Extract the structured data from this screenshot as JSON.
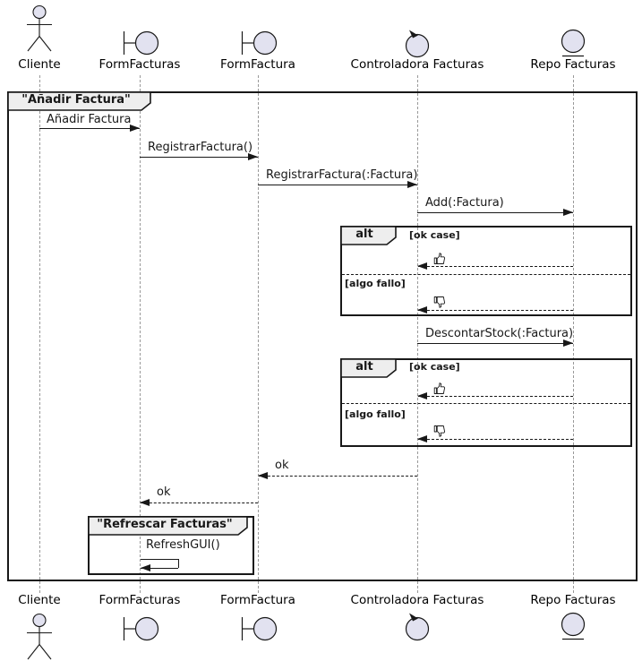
{
  "participants": [
    {
      "label": "Cliente",
      "type": "actor"
    },
    {
      "label": "FormFacturas",
      "type": "boundary"
    },
    {
      "label": "FormFactura",
      "type": "boundary"
    },
    {
      "label": "Controladora Facturas",
      "type": "control"
    },
    {
      "label": "Repo Facturas",
      "type": "entity"
    }
  ],
  "main_frame": {
    "title": "\"Añadir Factura\""
  },
  "messages": {
    "anadir_factura": "Añadir Factura",
    "registrar_factura": "RegistrarFactura()",
    "registrar_factura_arg": "RegistrarFactura(:Factura)",
    "add_factura": "Add(:Factura)",
    "descontar_stock": "DescontarStock(:Factura)",
    "ok_to_formfactura": "ok",
    "ok_to_formfacturas": "ok"
  },
  "alt_frames": [
    {
      "operator": "alt",
      "guard_ok": "[ok case]",
      "guard_fail": "[algo fallo]",
      "ok_icon": "thumbs-up",
      "fail_icon": "thumbs-down"
    },
    {
      "operator": "alt",
      "guard_ok": "[ok case]",
      "guard_fail": "[algo fallo]",
      "ok_icon": "thumbs-up",
      "fail_icon": "thumbs-down"
    }
  ],
  "group_frame": {
    "title": "\"Refrescar Facturas\"",
    "self_message": "RefreshGUI()"
  },
  "colors": {
    "background": "#FFFFFF",
    "participant_fill": "#E2E2F0",
    "stroke": "#181818",
    "frame_label_bg": "#EEEEEE",
    "lifeline": "#999999"
  }
}
